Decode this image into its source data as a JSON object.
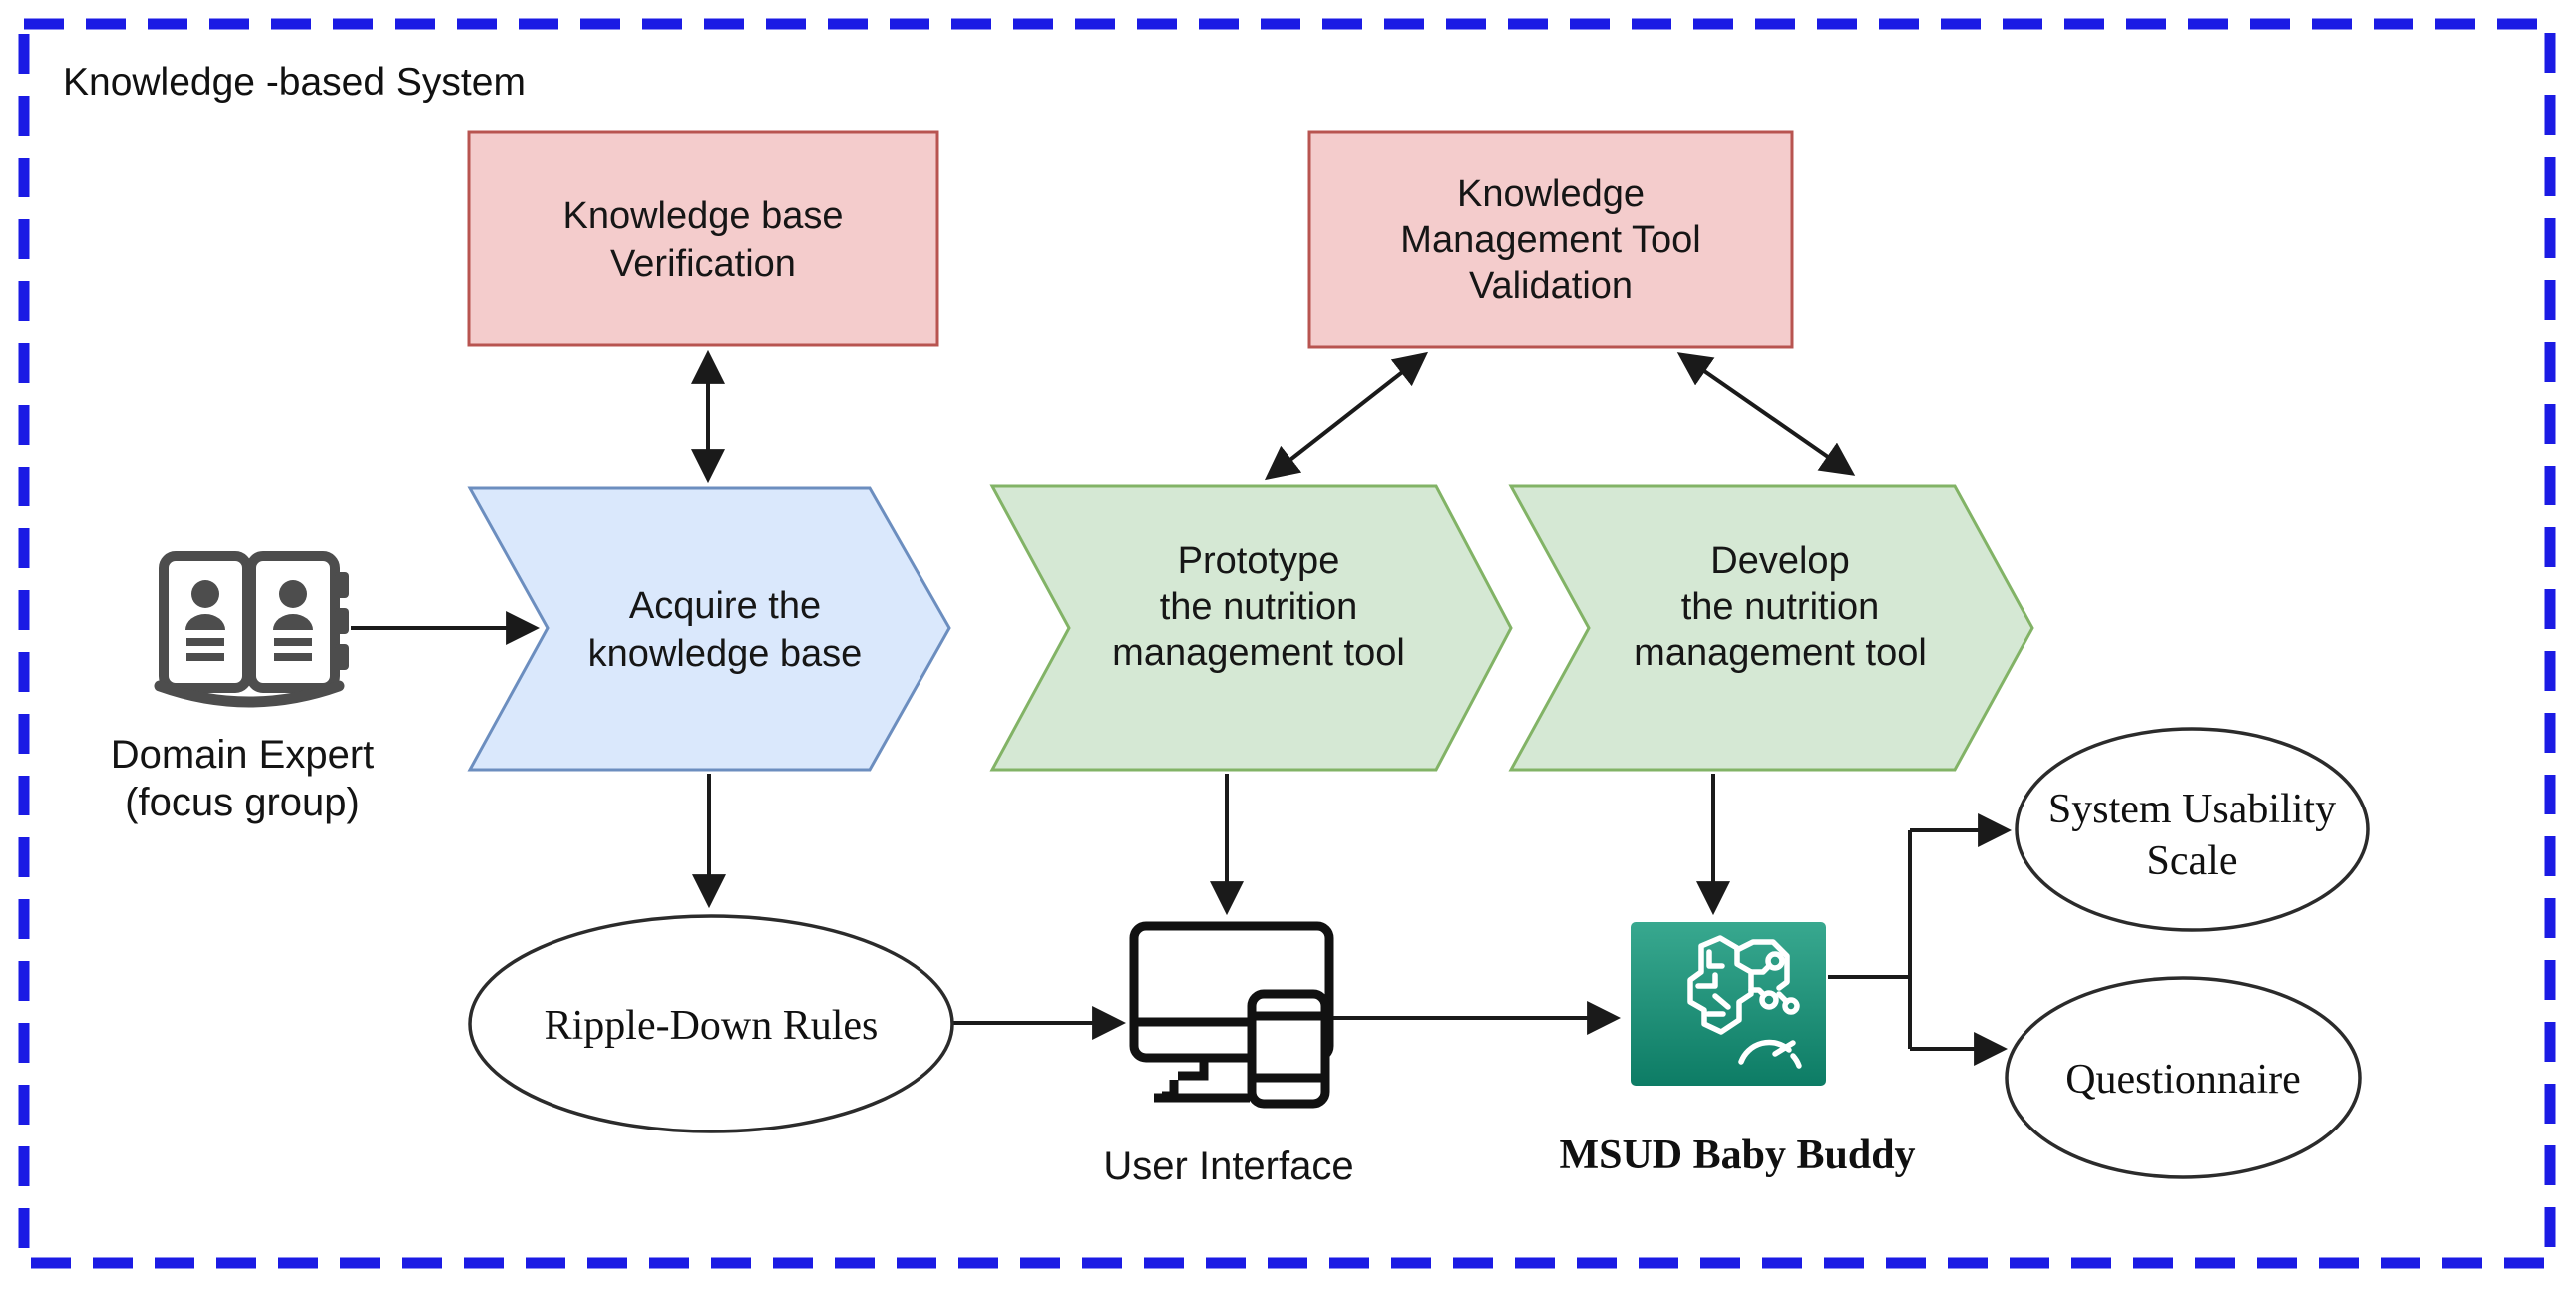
{
  "diagram": {
    "title": "Knowledge -based System",
    "colors": {
      "border_blue": "#1b1be4",
      "pink_fill": "#f4cccc",
      "pink_stroke": "#b85450",
      "blue_fill": "#dae8fc",
      "blue_stroke": "#6c8ebf",
      "green_fill": "#d5e8d4",
      "green_stroke": "#82b366",
      "ellipse_fill": "#ffffff",
      "ellipse_stroke": "#2b2b2b",
      "arrow_color": "#1a1a1a",
      "icon_gray": "#4d4d4d",
      "icon_black": "#111111",
      "teal_top": "#38a88f",
      "teal_bottom": "#0d7c65",
      "text_color": "#161616"
    },
    "nodes": {
      "kb_verification": {
        "type": "rectangle",
        "lines": [
          "Knowledge base",
          "Verification"
        ]
      },
      "km_validation": {
        "type": "rectangle",
        "lines": [
          "Knowledge",
          "Management Tool",
          "Validation"
        ]
      },
      "acquire": {
        "type": "chevron-process",
        "lines": [
          "Acquire the",
          "knowledge base"
        ]
      },
      "prototype": {
        "type": "chevron-process",
        "lines": [
          "Prototype",
          "the nutrition",
          "management tool"
        ]
      },
      "develop": {
        "type": "chevron-process",
        "lines": [
          "Develop",
          "the nutrition",
          "management tool"
        ]
      },
      "domain_expert": {
        "type": "icon",
        "icon": "open-book-people-icon",
        "lines": [
          "Domain Expert",
          "(focus group)"
        ]
      },
      "ripple_down_rules": {
        "type": "ellipse",
        "label": "Ripple-Down Rules"
      },
      "user_interface": {
        "type": "icon",
        "icon": "monitor-phone-icon",
        "label": "User Interface"
      },
      "msud_baby_buddy": {
        "type": "icon",
        "icon": "brain-circuit-icon",
        "label": "MSUD Baby Buddy"
      },
      "system_usability_scale": {
        "type": "ellipse",
        "lines": [
          "System Usability",
          "Scale"
        ]
      },
      "questionnaire": {
        "type": "ellipse",
        "label": "Questionnaire"
      }
    },
    "edges": [
      {
        "from": "domain_expert",
        "to": "acquire",
        "style": "arrow"
      },
      {
        "from": "kb_verification",
        "to": "acquire",
        "style": "double-arrow"
      },
      {
        "from": "km_validation",
        "to": "prototype",
        "style": "double-arrow"
      },
      {
        "from": "km_validation",
        "to": "develop",
        "style": "double-arrow"
      },
      {
        "from": "acquire",
        "to": "ripple_down_rules",
        "style": "arrow"
      },
      {
        "from": "prototype",
        "to": "user_interface",
        "style": "arrow"
      },
      {
        "from": "develop",
        "to": "msud_baby_buddy",
        "style": "arrow"
      },
      {
        "from": "ripple_down_rules",
        "to": "user_interface",
        "style": "arrow"
      },
      {
        "from": "user_interface",
        "to": "msud_baby_buddy",
        "style": "arrow"
      },
      {
        "from": "msud_baby_buddy",
        "to": "system_usability_scale",
        "style": "arrow"
      },
      {
        "from": "msud_baby_buddy",
        "to": "questionnaire",
        "style": "arrow"
      }
    ]
  }
}
